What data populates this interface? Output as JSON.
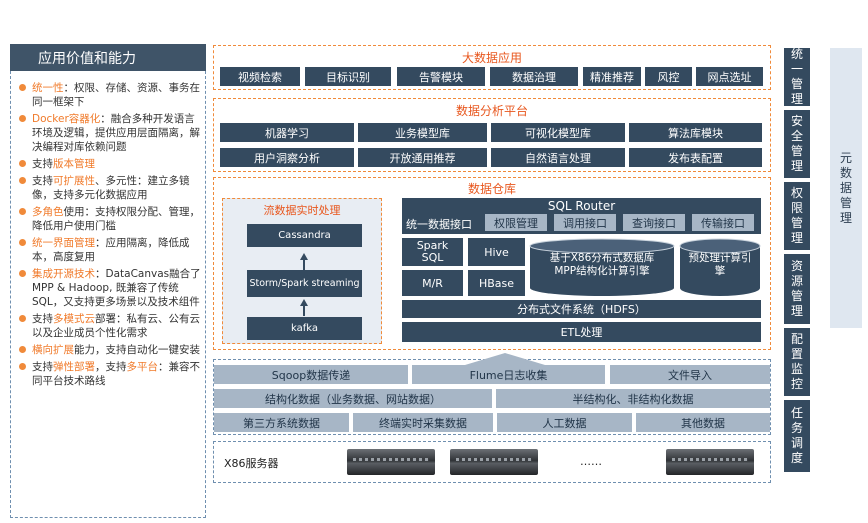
{
  "left": {
    "title": "应用价值和能力",
    "items": [
      {
        "hl": "统一性",
        "rest": "：权限、存储、资源、事务在同一框架下"
      },
      {
        "hl": "Docker容器化",
        "rest": "：融合多种开发语言环境及逻辑，提供应用层面隔离，解决编程对库依赖问题"
      },
      {
        "pre": "支持",
        "hl": "版本管理",
        "rest": ""
      },
      {
        "pre": "支持",
        "hl": "可扩展性",
        "rest": "、多元性：建立多镜像，支持多元化数据应用"
      },
      {
        "hl": "多角色",
        "rest": "使用：支持权限分配、管理，降低用户使用门槛"
      },
      {
        "hl": "统一界面管理",
        "rest": "：应用隔离，降低成本，高度复用"
      },
      {
        "hl": "集成开源技术",
        "rest": "：DataCanvas融合了MPP & Hadoop, 既兼容了传统SQL，又支持更多场景以及技术组件"
      },
      {
        "pre": "支持",
        "hl": "多模式云",
        "rest": "部署：私有云、公有云以及企业成员个性化需求"
      },
      {
        "hl": "横向扩展",
        "rest": "能力，支持自动化一键安装"
      },
      {
        "pre": "支持",
        "hl": "弹性部署",
        "rest": "，支持",
        "hl2": "多平台",
        "rest2": "：兼容不同平台技术路线"
      }
    ]
  },
  "bigdata_app": {
    "title": "大数据应用",
    "buttons": [
      "视频检索",
      "目标识别",
      "告警模块",
      "数据治理",
      "精准推荐",
      "风控",
      "网点选址"
    ]
  },
  "analysis": {
    "title": "数据分析平台",
    "row1": [
      "机器学习",
      "业务模型库",
      "可视化模型库",
      "算法库模块"
    ],
    "row2": [
      "用户洞察分析",
      "开放通用推荐",
      "自然语言处理",
      "发布表配置"
    ]
  },
  "warehouse": {
    "title": "数据仓库",
    "stream": {
      "title": "流数据实时处理",
      "nodes": [
        "Cassandra",
        "Storm/Spark streaming",
        "kafka"
      ]
    },
    "sql_router": "SQL Router",
    "interfaces": [
      "统一数据接口",
      "权限管理",
      "调用接口",
      "查询接口",
      "传输接口"
    ],
    "spark_sql": "Spark SQL",
    "hive": "Hive",
    "mr": "M/R",
    "hbase": "HBase",
    "mpp": "基于X86分布式数据库MPP结构化计算引擎",
    "precompute": "预处理计算引擎",
    "hdfs": "分布式文件系统（HDFS）",
    "etl": "ETL处理"
  },
  "ingest": {
    "row1": [
      "Sqoop数据传递",
      "Flume日志收集",
      "文件导入"
    ],
    "row2": [
      "结构化数据（业务数据、网站数据）",
      "半结构化、非结构化数据"
    ],
    "row3": [
      "第三方系统数据",
      "终端实时采集数据",
      "人工数据",
      "其他数据"
    ]
  },
  "servers": {
    "label": "X86服务器",
    "ellipsis": "……"
  },
  "right": {
    "items": [
      "统一管理",
      "安全管理",
      "权限管理",
      "资源管理",
      "配置监控",
      "任务调度"
    ],
    "meta": "元数据管理"
  },
  "colors": {
    "accent": "#e8571e",
    "dark": "#344a5f",
    "light": "#a7b6c6"
  }
}
